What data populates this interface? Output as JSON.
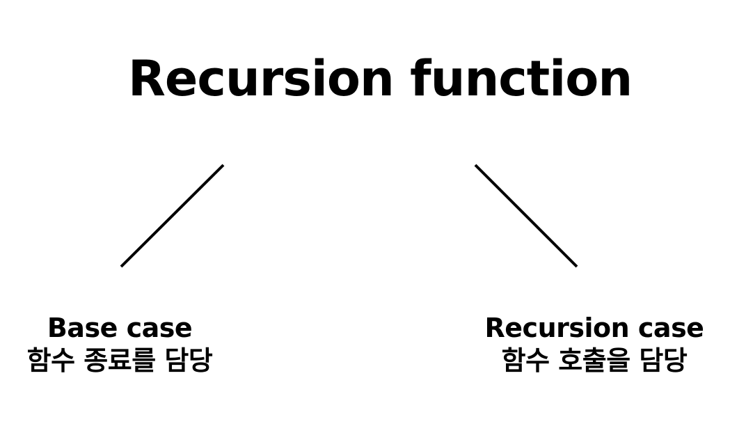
{
  "diagram": {
    "root": {
      "label": "Recursion function"
    },
    "children": [
      {
        "title": "Base case",
        "description": "함수 종료를 담당"
      },
      {
        "title": "Recursion case",
        "description": "함수 호출을 담당"
      }
    ],
    "colors": {
      "text": "#000000",
      "line": "#000000",
      "background": "#ffffff"
    }
  }
}
